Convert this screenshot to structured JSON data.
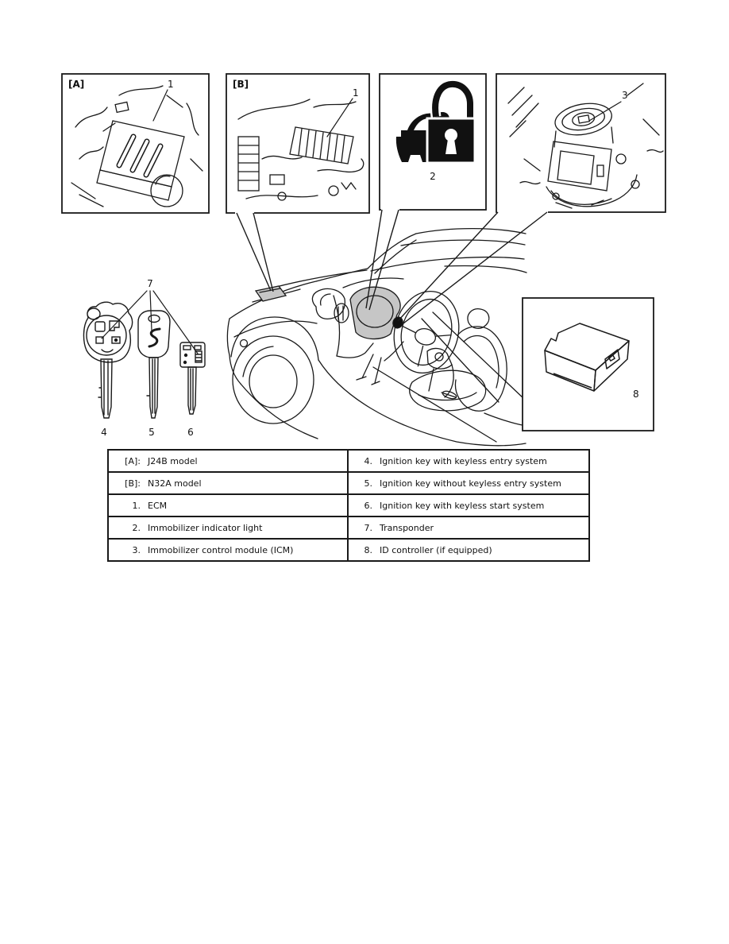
{
  "colors": {
    "line": "#1a1a1a",
    "shade": "#c6c6c6",
    "icon_black": "#111111",
    "background": "#ffffff"
  },
  "figure": {
    "panel_a": {
      "tag": "[A]",
      "callout": "1"
    },
    "panel_b": {
      "tag": "[B]",
      "callout": "1"
    },
    "panel_indicator": {
      "callout": "2"
    },
    "panel_icm": {
      "callout": "3"
    },
    "panel_id_controller": {
      "callout": "8"
    },
    "keys": {
      "callout_transponder": "7",
      "label_remote": "4",
      "label_plain": "5",
      "label_emergency": "6"
    }
  },
  "legend_table": {
    "rows": [
      {
        "left_no": "[A]:",
        "left_text": "J24B model",
        "right_no": "4.",
        "right_text": "Ignition key with keyless entry system"
      },
      {
        "left_no": "[B]:",
        "left_text": "N32A model",
        "right_no": "5.",
        "right_text": "Ignition key without keyless entry system"
      },
      {
        "left_no": "1.",
        "left_text": "ECM",
        "right_no": "6.",
        "right_text": "Ignition key with keyless start system"
      },
      {
        "left_no": "2.",
        "left_text": "Immobilizer indicator light",
        "right_no": "7.",
        "right_text": "Transponder"
      },
      {
        "left_no": "3.",
        "left_text": "Immobilizer control module (ICM)",
        "right_no": "8.",
        "right_text": "ID controller (if equipped)"
      }
    ]
  }
}
